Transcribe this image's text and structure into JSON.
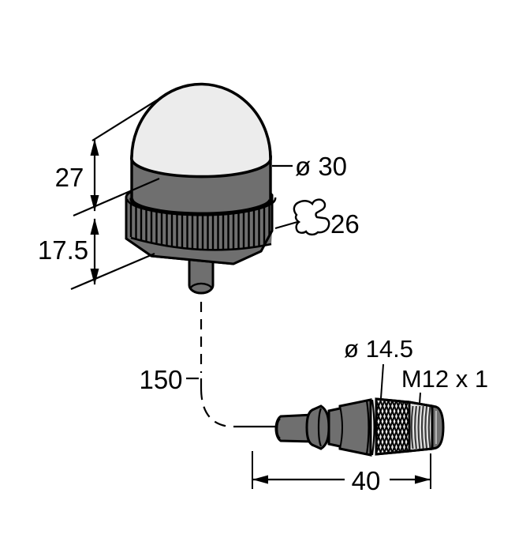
{
  "drawing": {
    "colors": {
      "outline": "#000000",
      "body": "#6f6f6f",
      "dome": "#ececec",
      "knurl_bg": "#e9e9e9",
      "thread_bg": "#e4e4e4",
      "background": "#ffffff",
      "text": "#000000"
    },
    "dimensions": {
      "dome_height": "27",
      "nut_height": "17.5",
      "head_diameter": "ø 30",
      "wrench_size": "26",
      "cable_length": "150",
      "connector_diameter": "ø 14.5",
      "thread_spec": "M12 x 1",
      "connector_length": "40"
    },
    "icons": {
      "wrench": "open-end-wrench-icon"
    }
  }
}
